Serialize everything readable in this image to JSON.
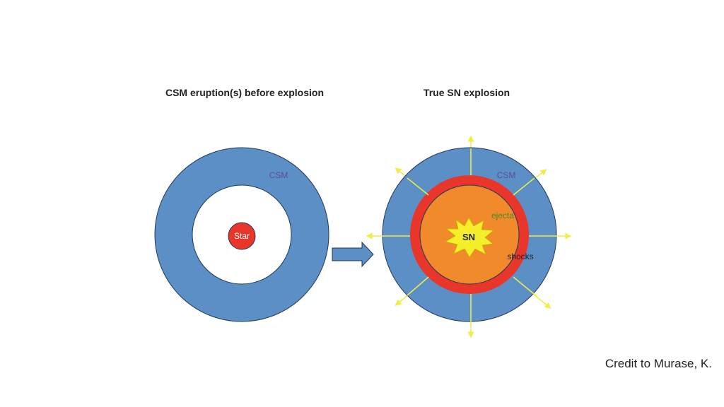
{
  "left_panel": {
    "title": "CSM eruption(s) before explosion",
    "csm_label": "CSM",
    "star_label": "Star"
  },
  "right_panel": {
    "title": "True SN explosion",
    "csm_label": "CSM",
    "ejecta_label": "ejecta",
    "sn_label": "SN",
    "shocks_label": "shocks"
  },
  "credit": "Credit to Murase, K.",
  "colors": {
    "csm_blue": "#5b8fc6",
    "outline": "#1f3a5a",
    "star_red": "#e8362b",
    "shock_red": "#e8362b",
    "ejecta_orange": "#f08a2b",
    "sn_yellow": "#f5ee2a",
    "arrow_yellow": "#eeee44",
    "csm_label_color": "#5a4ea0",
    "ejecta_label_color": "#4a8a2a",
    "arrow_blue": "#5b8fc6"
  },
  "icons": {
    "transition": "right-arrow-icon"
  }
}
